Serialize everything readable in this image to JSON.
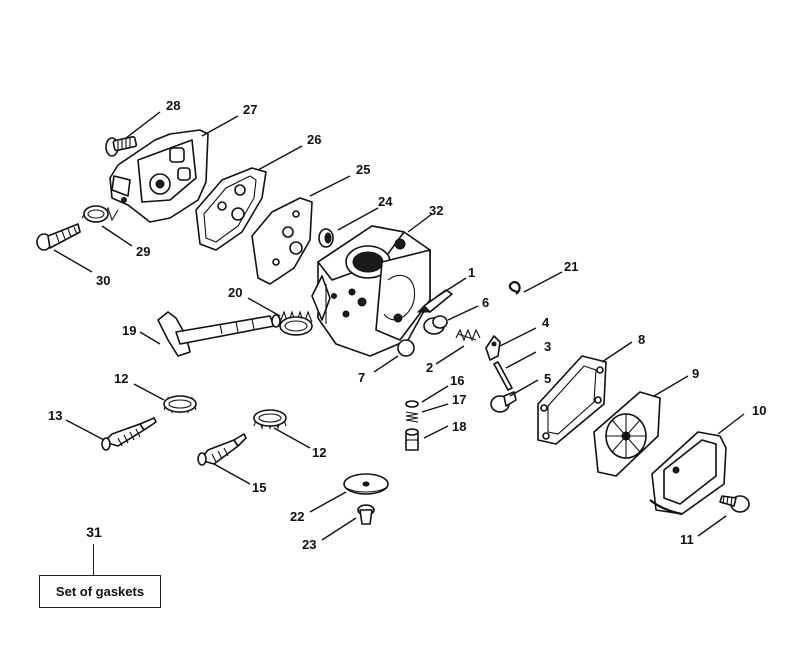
{
  "callout": {
    "number": "31",
    "label": "Set of gaskets"
  },
  "labels": {
    "l1": "1",
    "l2": "2",
    "l3": "3",
    "l4": "4",
    "l5": "5",
    "l6": "6",
    "l7": "7",
    "l8": "8",
    "l9": "9",
    "l10": "10",
    "l11": "11",
    "l12a": "12",
    "l12b": "12",
    "l13": "13",
    "l15": "15",
    "l16": "16",
    "l17": "17",
    "l18": "18",
    "l19": "19",
    "l20": "20",
    "l21": "21",
    "l22": "22",
    "l23": "23",
    "l24": "24",
    "l25": "25",
    "l26": "26",
    "l27": "27",
    "l28": "28",
    "l29": "29",
    "l30": "30",
    "l32": "32"
  }
}
